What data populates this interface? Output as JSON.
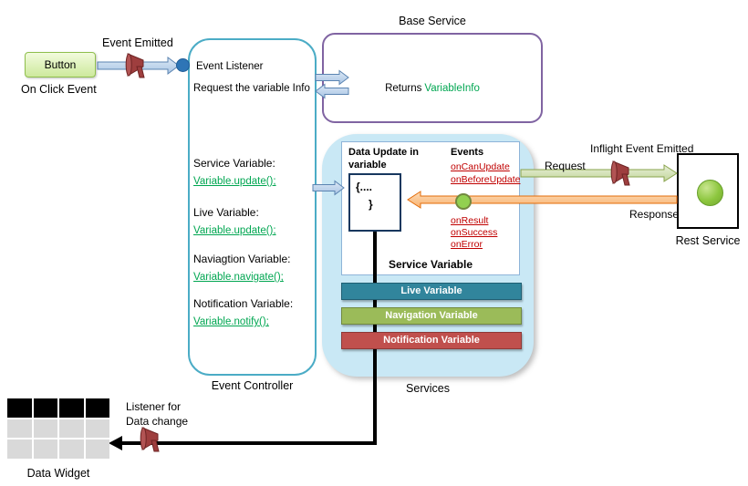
{
  "diagram": {
    "button": {
      "label": "Button",
      "caption": "On Click Event"
    },
    "event_emitted_label": "Event Emitted",
    "event_controller": {
      "title": "Event Controller",
      "event_listener_label": "Event Listener",
      "request_info_label": "Request the variable Info",
      "variables": [
        {
          "label": "Service Variable:",
          "code": "Variable.update();"
        },
        {
          "label": "Live Variable:",
          "code": "Variable.update();"
        },
        {
          "label": "Naviagtion Variable:",
          "code": "Variable.navigate();"
        },
        {
          "label": "Notification Variable:",
          "code": "Variable.notify();"
        }
      ]
    },
    "base_service": {
      "title": "Base Service",
      "returns_prefix": "Returns",
      "returns_value": "VariableInfo"
    },
    "services": {
      "title": "Services",
      "service_variable": {
        "data_update_label": "Data Update in variable",
        "brace_open": "{....",
        "brace_close": "}",
        "events_title": "Events",
        "before_events": [
          "onCanUpdate",
          "onBeforeUpdate"
        ],
        "after_events": [
          "onResult",
          "onSuccess",
          "onError"
        ],
        "title": "Service Variable"
      },
      "bars": [
        {
          "label": "Live Variable",
          "color": "#31859c"
        },
        {
          "label": "Navigation Variable",
          "color": "#9bbb59"
        },
        {
          "label": "Notification Variable",
          "color": "#c0504d"
        }
      ]
    },
    "rest_service": {
      "inflight_label": "Inflight Event Emitted",
      "request_label": "Request",
      "response_label": "Response",
      "title": "Rest Service"
    },
    "data_widget": {
      "listener_label": "Listener for\nData change",
      "title": "Data Widget"
    }
  },
  "colors": {
    "controller_border": "#4bacc6",
    "base_service_border": "#8064a2",
    "services_fill": "#c9e8f5",
    "code_green": "#00a651",
    "event_red": "#c00000",
    "live_bar": "#31859c",
    "navigation_bar": "#9bbb59",
    "notification_bar": "#c0504d",
    "listener_dot_blue": "#2e75b6",
    "event_dot_green": "#92d050",
    "rest_dot_green": "#8cc63e",
    "megaphone_red": "#9e3e3e",
    "arrow_blue_fill": "#b9cfe8",
    "arrow_green_fill": "#c3d69b",
    "arrow_orange_fill": "#fac090"
  }
}
